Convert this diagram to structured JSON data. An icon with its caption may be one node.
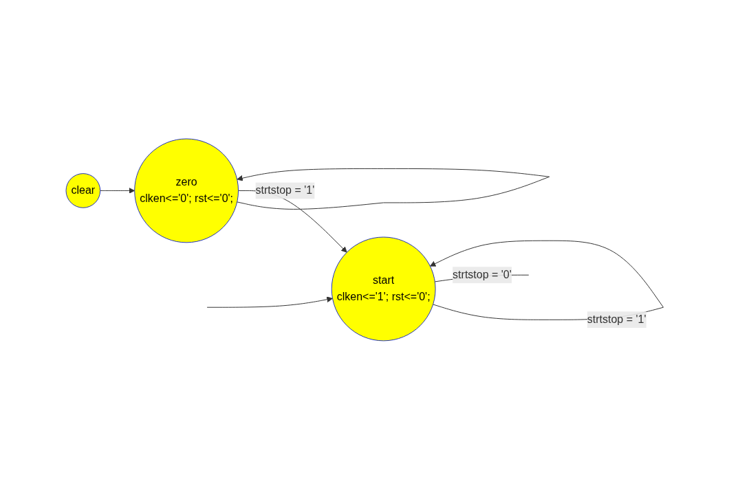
{
  "diagram": {
    "nodes": [
      {
        "text": [
          "zero",
          "clken<='0'; rst<='0';"
        ]
      },
      {
        "text": [
          "clear"
        ]
      },
      {
        "text": [
          "start",
          "clken<='1'; rst<='0';"
        ]
      }
    ],
    "edges": [
      {
        "from": 0,
        "to": 0,
        "arrow": "to"
      },
      {
        "from": 1,
        "to": 0,
        "arrow": "to"
      },
      {
        "from": 0,
        "to": 2,
        "arrow": "to",
        "label": "strtstop = '1'"
      },
      {
        "from": 2,
        "to": 2,
        "arrow": "to",
        "label": "strtstop = '1'"
      },
      {
        "from": null,
        "to": 2,
        "arrow": "to"
      },
      {
        "from": 2,
        "to": null,
        "arrow": "none",
        "label": "strtstop = '0'"
      }
    ]
  }
}
